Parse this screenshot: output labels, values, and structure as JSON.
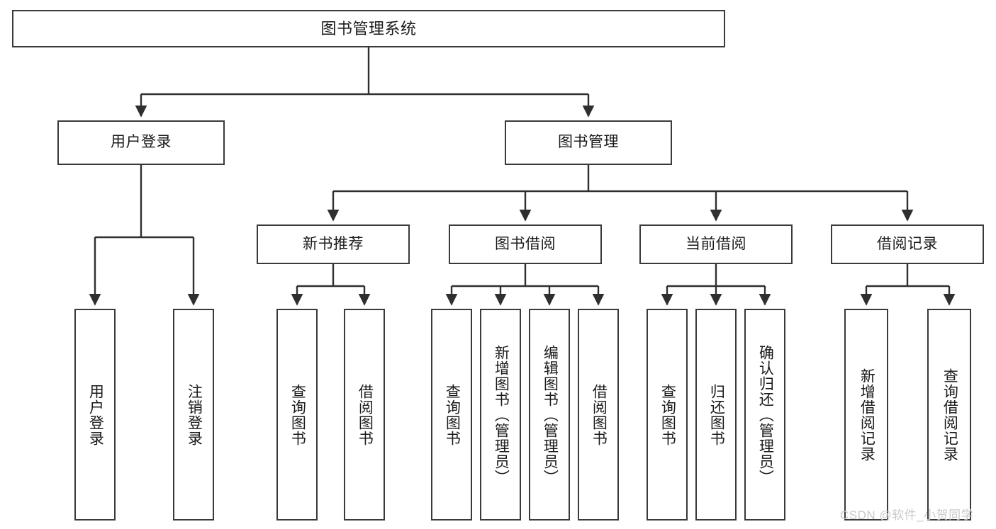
{
  "diagram": {
    "title": "图书管理系统",
    "type": "tree-hierarchy-chart",
    "colors": {
      "box_border": "#3a3a3a",
      "box_fill": "#ffffff",
      "edge": "#2f2f2f",
      "text": "#1a1a1a",
      "watermark": "#c9c9c9"
    }
  },
  "watermark": {
    "text": "CSDN @软件_小贺同学"
  },
  "nodes": {
    "root": {
      "label": "图书管理系统"
    },
    "level2": [
      {
        "label": "用户登录"
      },
      {
        "label": "图书管理"
      }
    ],
    "level3": [
      {
        "label": "新书推荐"
      },
      {
        "label": "图书借阅"
      },
      {
        "label": "当前借阅"
      },
      {
        "label": "借阅记录"
      }
    ],
    "leaves_user_login": [
      {
        "label": "用户登录"
      },
      {
        "label": "注销登录"
      }
    ],
    "leaves_new_books": [
      {
        "label": "查询图书"
      },
      {
        "label": "借阅图书"
      }
    ],
    "leaves_borrow": [
      {
        "label": "查询图书"
      },
      {
        "label": "新增图书（管理员）"
      },
      {
        "label": "编辑图书（管理员）"
      },
      {
        "label": "借阅图书"
      }
    ],
    "leaves_current": [
      {
        "label": "查询图书"
      },
      {
        "label": "归还图书"
      },
      {
        "label": "确认归还（管理员）"
      }
    ],
    "leaves_records": [
      {
        "label": "新增借阅记录"
      },
      {
        "label": "查询借阅记录"
      }
    ]
  }
}
